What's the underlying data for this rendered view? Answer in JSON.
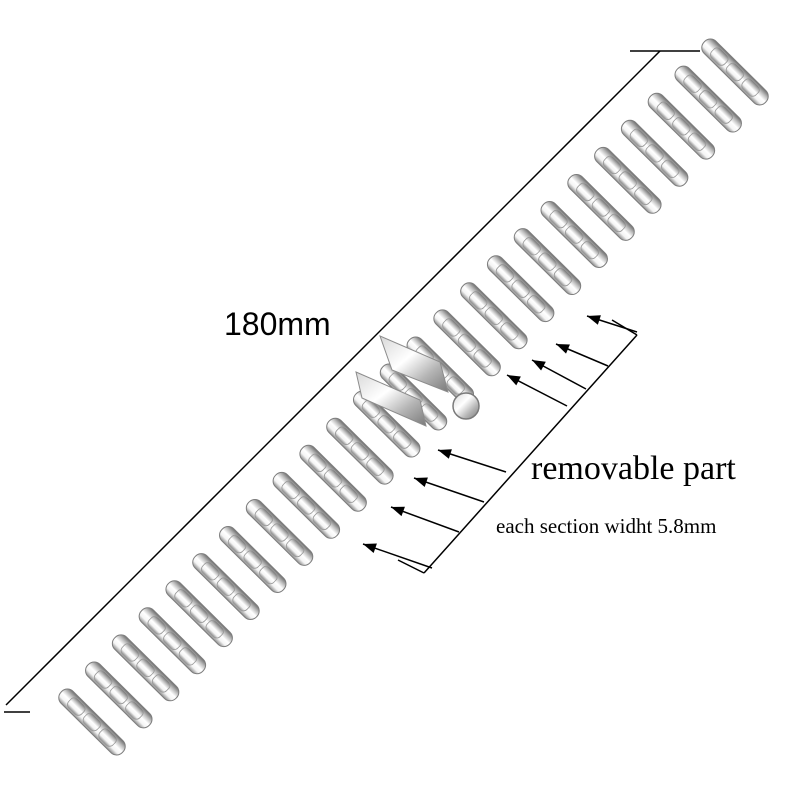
{
  "annotations": {
    "length": "180mm",
    "removable": "removable part",
    "section_width": "each section widht 5.8mm"
  },
  "colors": {
    "background": "#ffffff",
    "line": "#000000",
    "metal_light": "#fafafa",
    "metal_mid": "#cfcfcf",
    "metal_dark": "#6e6e6e"
  }
}
